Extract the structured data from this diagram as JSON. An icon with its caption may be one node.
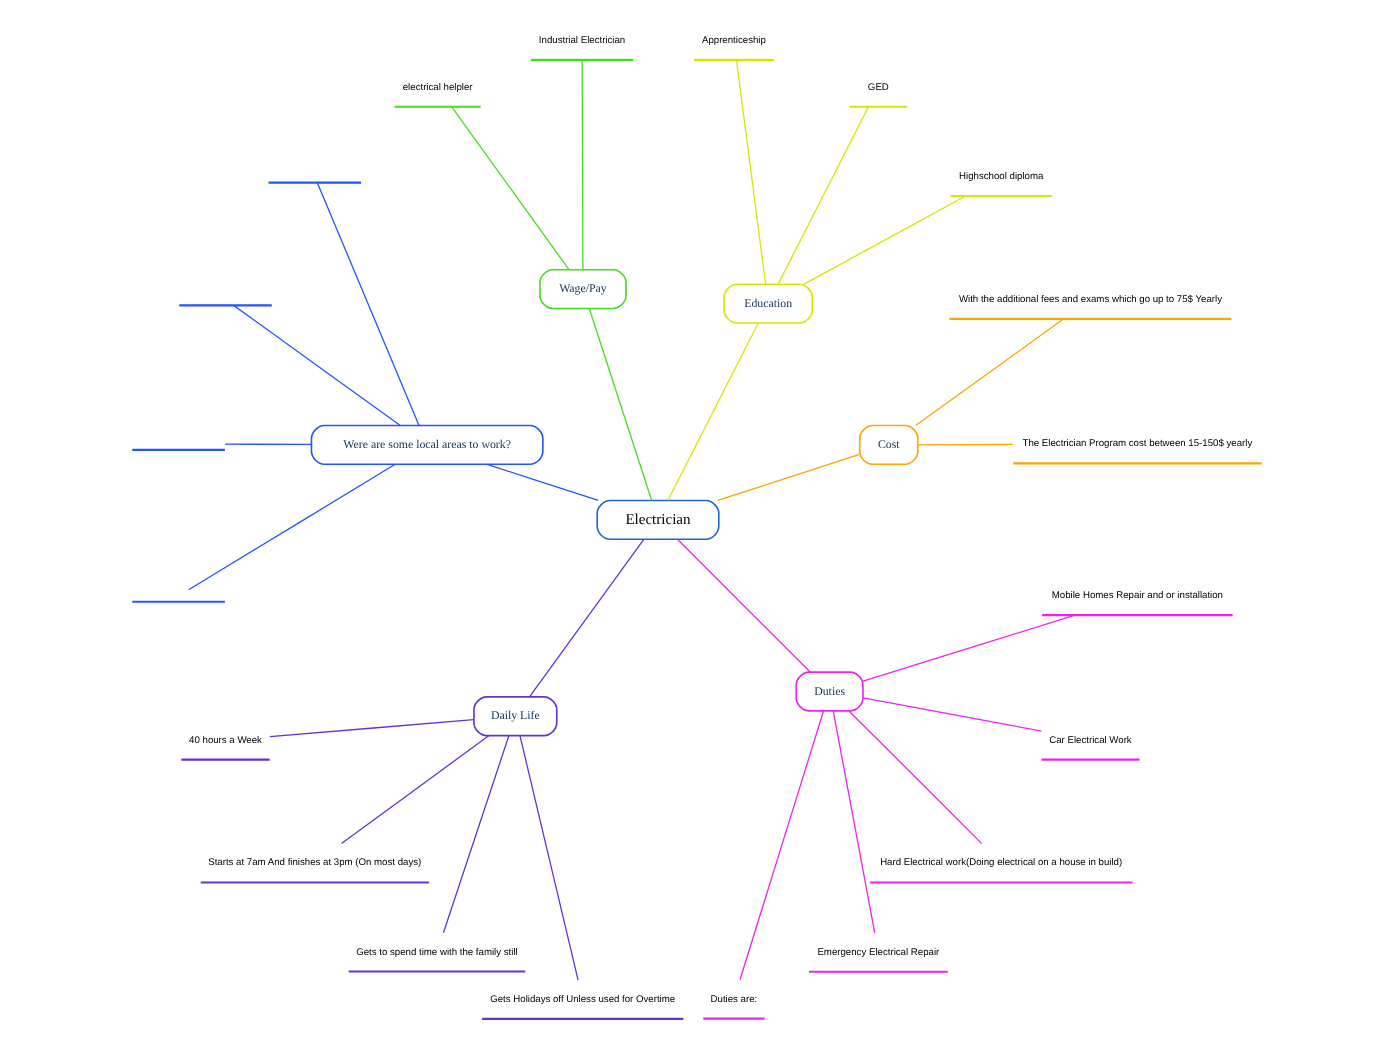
{
  "diagram": {
    "nodes": [
      {
        "text": [
          "Electrician"
        ]
      },
      {
        "text": [
          "Cost"
        ]
      },
      {
        "text": [
          "The Electrician Program cost between 15-150$ yearly"
        ]
      },
      {
        "text": [
          "With the additional fees and exams which go up to 75$ Yearly"
        ]
      },
      {
        "text": [
          "Education"
        ]
      },
      {
        "text": [
          "Highschool diploma"
        ]
      },
      {
        "text": [
          "GED"
        ]
      },
      {
        "text": [
          "Apprenticeship"
        ]
      },
      {
        "text": [
          "Wage/Pay"
        ]
      },
      {
        "text": [
          "Industrial Electrician"
        ]
      },
      {
        "text": [
          "electrical helpler"
        ]
      },
      {
        "text": [
          "Were are some local areas to work?"
        ]
      },
      {
        "text": [],
        "shape": "underline"
      },
      {
        "text": [],
        "shape": "underline"
      },
      {
        "text": [],
        "shape": "underline"
      },
      {
        "text": [],
        "shape": "underline"
      },
      {
        "text": [
          "Daily Life"
        ]
      },
      {
        "text": [
          "40 hours a Week"
        ]
      },
      {
        "text": [
          "Starts at 7am And finishes at 3pm (On most days)"
        ]
      },
      {
        "text": [
          "Gets to spend time with the family still"
        ]
      },
      {
        "text": [
          "Gets Holidays off Unless used for Overtime"
        ]
      },
      {
        "text": [
          "Duties"
        ]
      },
      {
        "text": [
          "Duties are:"
        ]
      },
      {
        "text": [
          "Emergency Electrical Repair"
        ]
      },
      {
        "text": [
          "Hard Electrical work(Doing electrical on a house in build)"
        ]
      },
      {
        "text": [
          "Car Electrical Work"
        ]
      },
      {
        "text": [
          "Mobile Homes Repair and or installation"
        ]
      }
    ],
    "edges": [
      {
        "from": 0,
        "to": 1,
        "arrow": "none",
        "color": "#ffa500"
      },
      {
        "from": 1,
        "to": 2,
        "arrow": "none",
        "color": "#ffa500"
      },
      {
        "from": 1,
        "to": 3,
        "arrow": "none",
        "color": "#ffa500"
      },
      {
        "from": 0,
        "to": 4,
        "arrow": "none",
        "color": "#d8e600"
      },
      {
        "from": 4,
        "to": 5,
        "arrow": "none",
        "color": "#d8e600"
      },
      {
        "from": 4,
        "to": 6,
        "arrow": "none",
        "color": "#d8e600"
      },
      {
        "from": 4,
        "to": 7,
        "arrow": "none",
        "color": "#d8e600"
      },
      {
        "from": 0,
        "to": 8,
        "arrow": "none",
        "color": "#44dd22"
      },
      {
        "from": 8,
        "to": 9,
        "arrow": "none",
        "color": "#44dd22"
      },
      {
        "from": 8,
        "to": 10,
        "arrow": "none",
        "color": "#44dd22"
      },
      {
        "from": 0,
        "to": 11,
        "arrow": "none",
        "color": "#2255ff"
      },
      {
        "from": 11,
        "to": 12,
        "arrow": "none",
        "color": "#2255ff"
      },
      {
        "from": 11,
        "to": 13,
        "arrow": "none",
        "color": "#2255ff"
      },
      {
        "from": 11,
        "to": 14,
        "arrow": "none",
        "color": "#2255ff"
      },
      {
        "from": 11,
        "to": 15,
        "arrow": "none",
        "color": "#2255ff"
      },
      {
        "from": 0,
        "to": 16,
        "arrow": "none",
        "color": "#6633cc"
      },
      {
        "from": 16,
        "to": 17,
        "arrow": "none",
        "color": "#6633cc"
      },
      {
        "from": 16,
        "to": 18,
        "arrow": "none",
        "color": "#6633cc"
      },
      {
        "from": 16,
        "to": 19,
        "arrow": "none",
        "color": "#6633cc"
      },
      {
        "from": 16,
        "to": 20,
        "arrow": "none",
        "color": "#6633cc"
      },
      {
        "from": 0,
        "to": 21,
        "arrow": "none",
        "color": "#ee22ee"
      },
      {
        "from": 21,
        "to": 22,
        "arrow": "none",
        "color": "#ee22ee"
      },
      {
        "from": 21,
        "to": 23,
        "arrow": "none",
        "color": "#ee22ee"
      },
      {
        "from": 21,
        "to": 24,
        "arrow": "none",
        "color": "#ee22ee"
      },
      {
        "from": 21,
        "to": 25,
        "arrow": "none",
        "color": "#ee22ee"
      },
      {
        "from": 21,
        "to": 26,
        "arrow": "none",
        "color": "#ee22ee"
      }
    ]
  }
}
